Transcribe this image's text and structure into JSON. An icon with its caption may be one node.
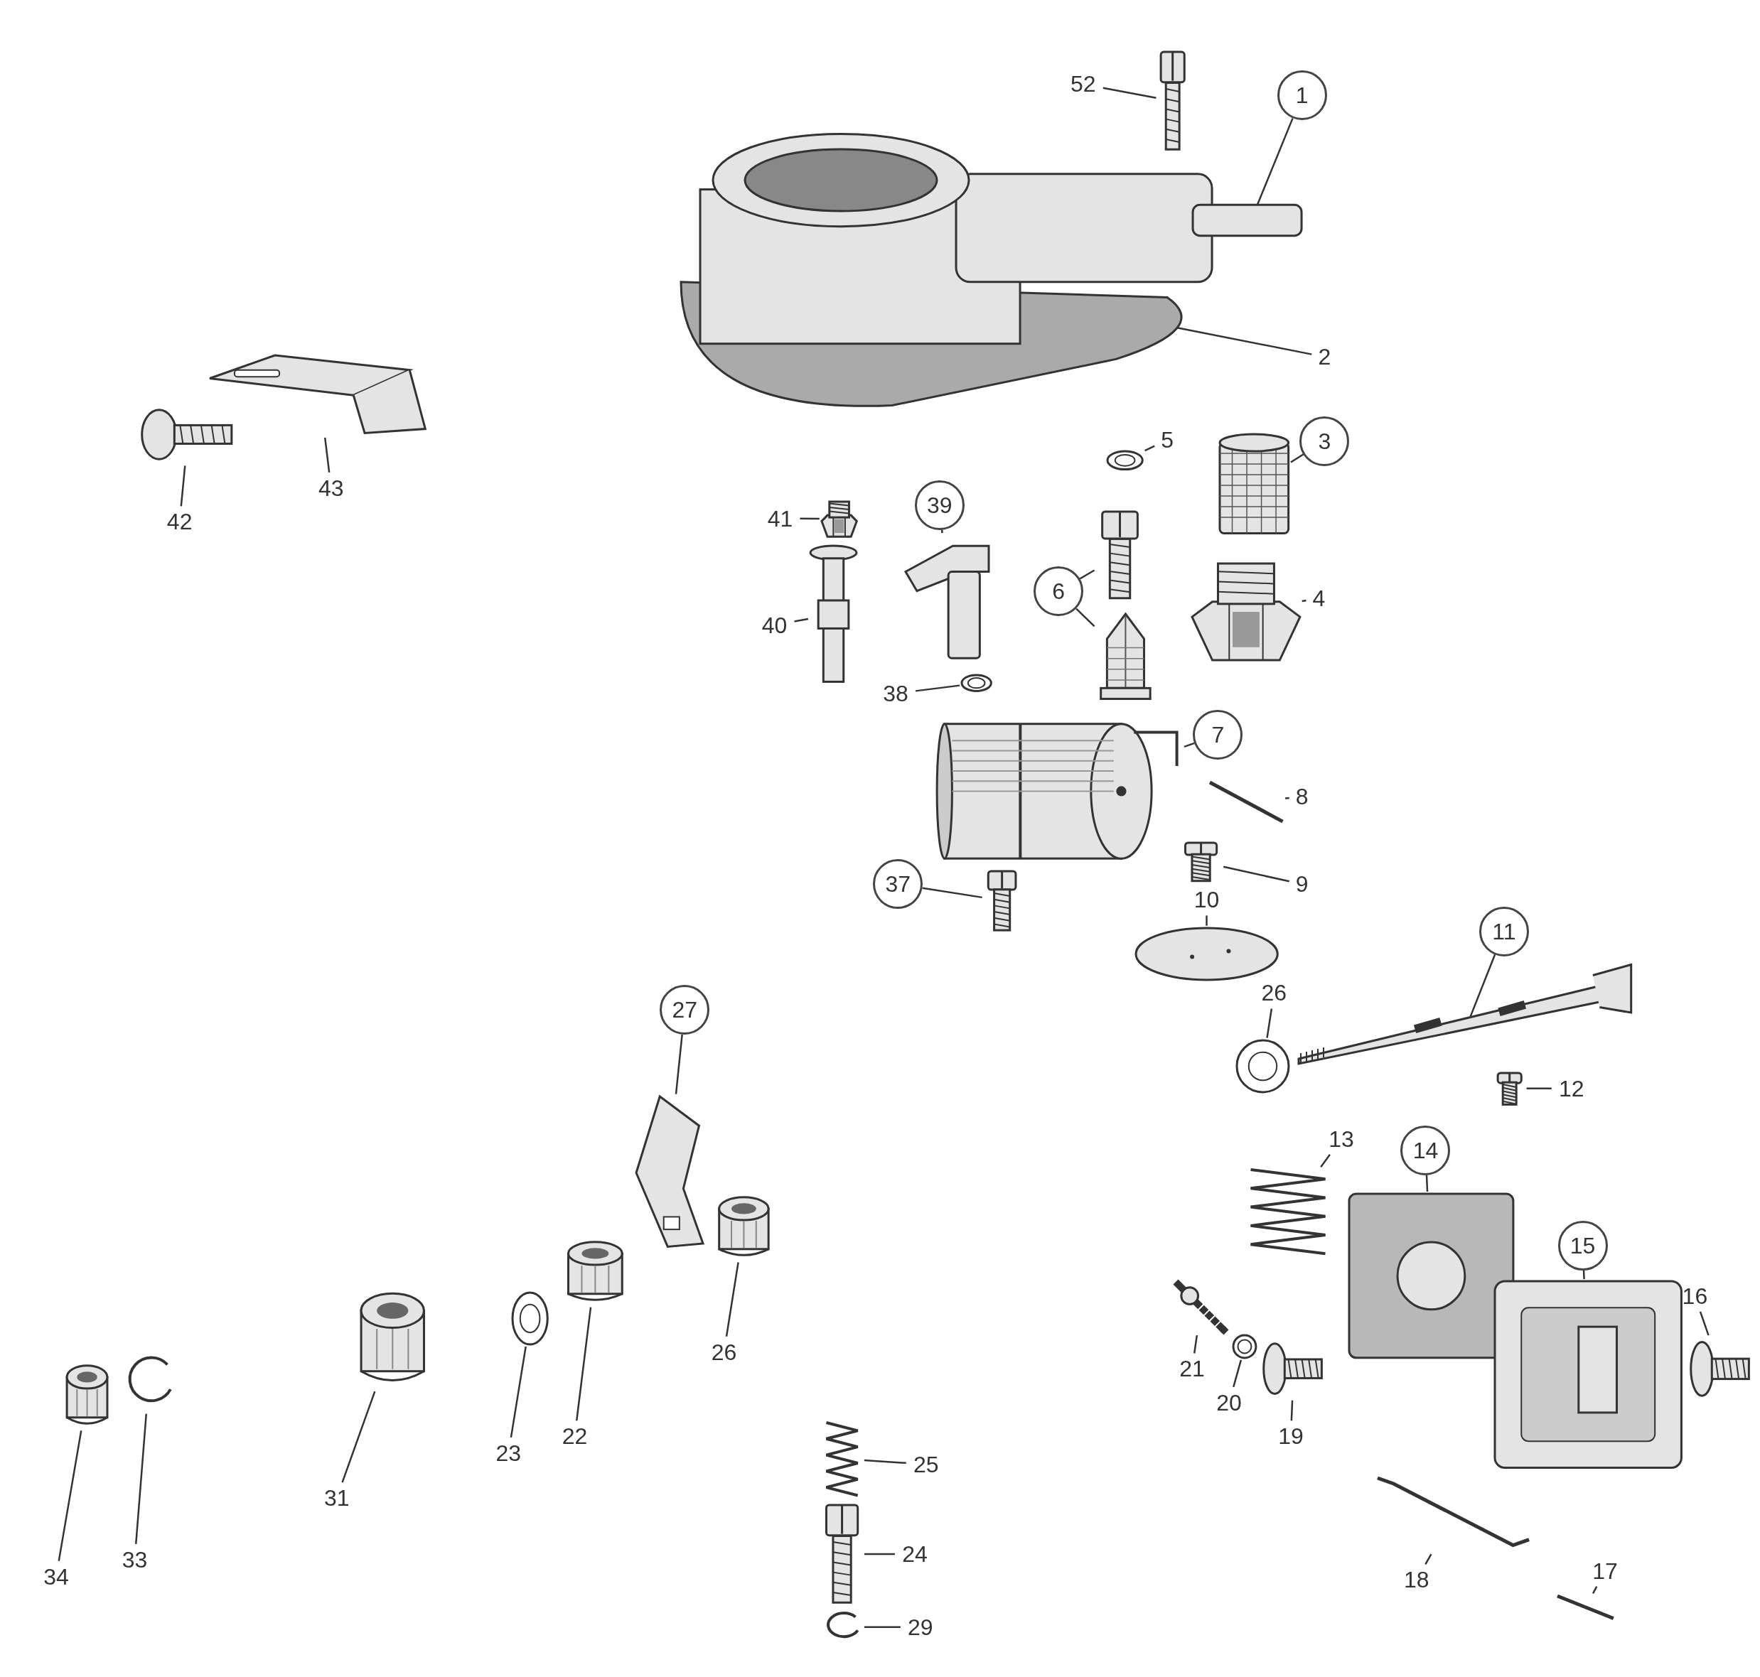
{
  "diagram": {
    "nodes": [
      {
        "text": [
          "52"
        ]
      },
      {
        "text": [],
        "shape": "picture"
      },
      {
        "text": [
          "1"
        ]
      },
      {
        "text": [],
        "shape": "picture"
      },
      {
        "text": [
          "2"
        ]
      },
      {
        "text": [
          "5"
        ]
      },
      {
        "text": [],
        "shape": "picture"
      },
      {
        "text": [
          "3"
        ]
      },
      {
        "text": [],
        "shape": "picture"
      },
      {
        "text": [
          "43"
        ]
      },
      {
        "text": [],
        "shape": "picture"
      },
      {
        "text": [
          "41"
        ]
      },
      {
        "text": [],
        "shape": "picture"
      },
      {
        "text": [
          "39"
        ]
      },
      {
        "text": [],
        "shape": "picture"
      },
      {
        "text": [
          "42"
        ]
      },
      {
        "text": [],
        "shape": "picture"
      },
      {
        "text": [
          "6"
        ]
      },
      {
        "text": [],
        "shape": "picture"
      },
      {
        "text": [],
        "shape": "picture"
      },
      {
        "text": [
          "4"
        ]
      },
      {
        "text": [],
        "shape": "picture"
      },
      {
        "text": [
          "40"
        ]
      },
      {
        "text": [],
        "shape": "picture"
      },
      {
        "text": [
          "38"
        ]
      },
      {
        "text": [],
        "shape": "picture"
      },
      {
        "text": [
          "7"
        ]
      },
      {
        "text": [],
        "shape": "picture"
      },
      {
        "text": [
          "8"
        ]
      },
      {
        "text": [],
        "shape": "picture"
      },
      {
        "text": [
          "37"
        ]
      },
      {
        "text": [],
        "shape": "picture"
      },
      {
        "text": [
          "9"
        ]
      },
      {
        "text": [],
        "shape": "picture"
      },
      {
        "text": [
          "10"
        ]
      },
      {
        "text": [],
        "shape": "picture"
      },
      {
        "text": [
          "11"
        ]
      },
      {
        "text": [],
        "shape": "picture"
      },
      {
        "text": [
          "26"
        ]
      },
      {
        "text": [],
        "shape": "picture"
      },
      {
        "text": [
          "27"
        ]
      },
      {
        "text": [],
        "shape": "picture"
      },
      {
        "text": [
          "12"
        ]
      },
      {
        "text": [],
        "shape": "picture"
      },
      {
        "text": [
          "13"
        ]
      },
      {
        "text": [],
        "shape": "picture"
      },
      {
        "text": [
          "14"
        ]
      },
      {
        "text": [],
        "shape": "picture"
      },
      {
        "text": [
          "15"
        ]
      },
      {
        "text": [],
        "shape": "picture"
      },
      {
        "text": [
          "16"
        ]
      },
      {
        "text": [],
        "shape": "picture"
      },
      {
        "text": [
          "26"
        ]
      },
      {
        "text": [],
        "shape": "picture"
      },
      {
        "text": [
          "21"
        ]
      },
      {
        "text": [],
        "shape": "picture"
      },
      {
        "text": [
          "20"
        ]
      },
      {
        "text": [],
        "shape": "picture"
      },
      {
        "text": [
          "19"
        ]
      },
      {
        "text": [],
        "shape": "picture"
      },
      {
        "text": [
          "22"
        ]
      },
      {
        "text": [],
        "shape": "picture"
      },
      {
        "text": [
          "23"
        ]
      },
      {
        "text": [],
        "shape": "picture"
      },
      {
        "text": [
          "25"
        ]
      },
      {
        "text": [],
        "shape": "picture"
      },
      {
        "text": [
          "31"
        ]
      },
      {
        "text": [],
        "shape": "picture"
      },
      {
        "text": [
          "24"
        ]
      },
      {
        "text": [],
        "shape": "picture"
      },
      {
        "text": [
          "18"
        ]
      },
      {
        "text": [],
        "shape": "picture"
      },
      {
        "text": [
          "33"
        ]
      },
      {
        "text": [],
        "shape": "picture"
      },
      {
        "text": [
          "34"
        ]
      },
      {
        "text": [],
        "shape": "picture"
      },
      {
        "text": [
          "17"
        ]
      },
      {
        "text": [],
        "shape": "picture"
      },
      {
        "text": [
          "29"
        ]
      },
      {
        "text": [],
        "shape": "picture"
      }
    ],
    "edges": [
      {
        "from": 0,
        "to": 1,
        "arrow": "none"
      },
      {
        "from": 2,
        "to": 3,
        "arrow": "none"
      },
      {
        "from": 4,
        "to": 3,
        "arrow": "none"
      },
      {
        "from": 5,
        "to": 6,
        "arrow": "none"
      },
      {
        "from": 7,
        "to": 8,
        "arrow": "none"
      },
      {
        "from": 9,
        "to": 10,
        "arrow": "none"
      },
      {
        "from": 11,
        "to": 12,
        "arrow": "none"
      },
      {
        "from": 13,
        "to": 14,
        "arrow": "none"
      },
      {
        "from": 15,
        "to": 16,
        "arrow": "none"
      },
      {
        "from": 17,
        "to": 18,
        "arrow": "none"
      },
      {
        "from": 17,
        "to": 19,
        "arrow": "none"
      },
      {
        "from": 20,
        "to": 21,
        "arrow": "none"
      },
      {
        "from": 22,
        "to": 23,
        "arrow": "none"
      },
      {
        "from": 24,
        "to": 25,
        "arrow": "none"
      },
      {
        "from": 26,
        "to": 27,
        "arrow": "none"
      },
      {
        "from": 28,
        "to": 29,
        "arrow": "none"
      },
      {
        "from": 30,
        "to": 31,
        "arrow": "none"
      },
      {
        "from": 32,
        "to": 33,
        "arrow": "none"
      },
      {
        "from": 34,
        "to": 35,
        "arrow": "none"
      },
      {
        "from": 36,
        "to": 37,
        "arrow": "none"
      },
      {
        "from": 38,
        "to": 39,
        "arrow": "none"
      },
      {
        "from": 40,
        "to": 41,
        "arrow": "none"
      },
      {
        "from": 42,
        "to": 43,
        "arrow": "none"
      },
      {
        "from": 44,
        "to": 45,
        "arrow": "none"
      },
      {
        "from": 46,
        "to": 47,
        "arrow": "none"
      },
      {
        "from": 48,
        "to": 49,
        "arrow": "none"
      },
      {
        "from": 50,
        "to": 51,
        "arrow": "none"
      },
      {
        "from": 52,
        "to": 53,
        "arrow": "none"
      },
      {
        "from": 54,
        "to": 55,
        "arrow": "none"
      },
      {
        "from": 56,
        "to": 57,
        "arrow": "none"
      },
      {
        "from": 58,
        "to": 59,
        "arrow": "none"
      },
      {
        "from": 60,
        "to": 61,
        "arrow": "none"
      },
      {
        "from": 62,
        "to": 63,
        "arrow": "none"
      },
      {
        "from": 64,
        "to": 65,
        "arrow": "none"
      },
      {
        "from": 66,
        "to": 67,
        "arrow": "none"
      },
      {
        "from": 68,
        "to": 69,
        "arrow": "none"
      },
      {
        "from": 70,
        "to": 71,
        "arrow": "none"
      },
      {
        "from": 72,
        "to": 73,
        "arrow": "none"
      },
      {
        "from": 74,
        "to": 75,
        "arrow": "none"
      },
      {
        "from": 76,
        "to": 77,
        "arrow": "none"
      },
      {
        "from": 78,
        "to": 79,
        "arrow": "none"
      }
    ]
  }
}
